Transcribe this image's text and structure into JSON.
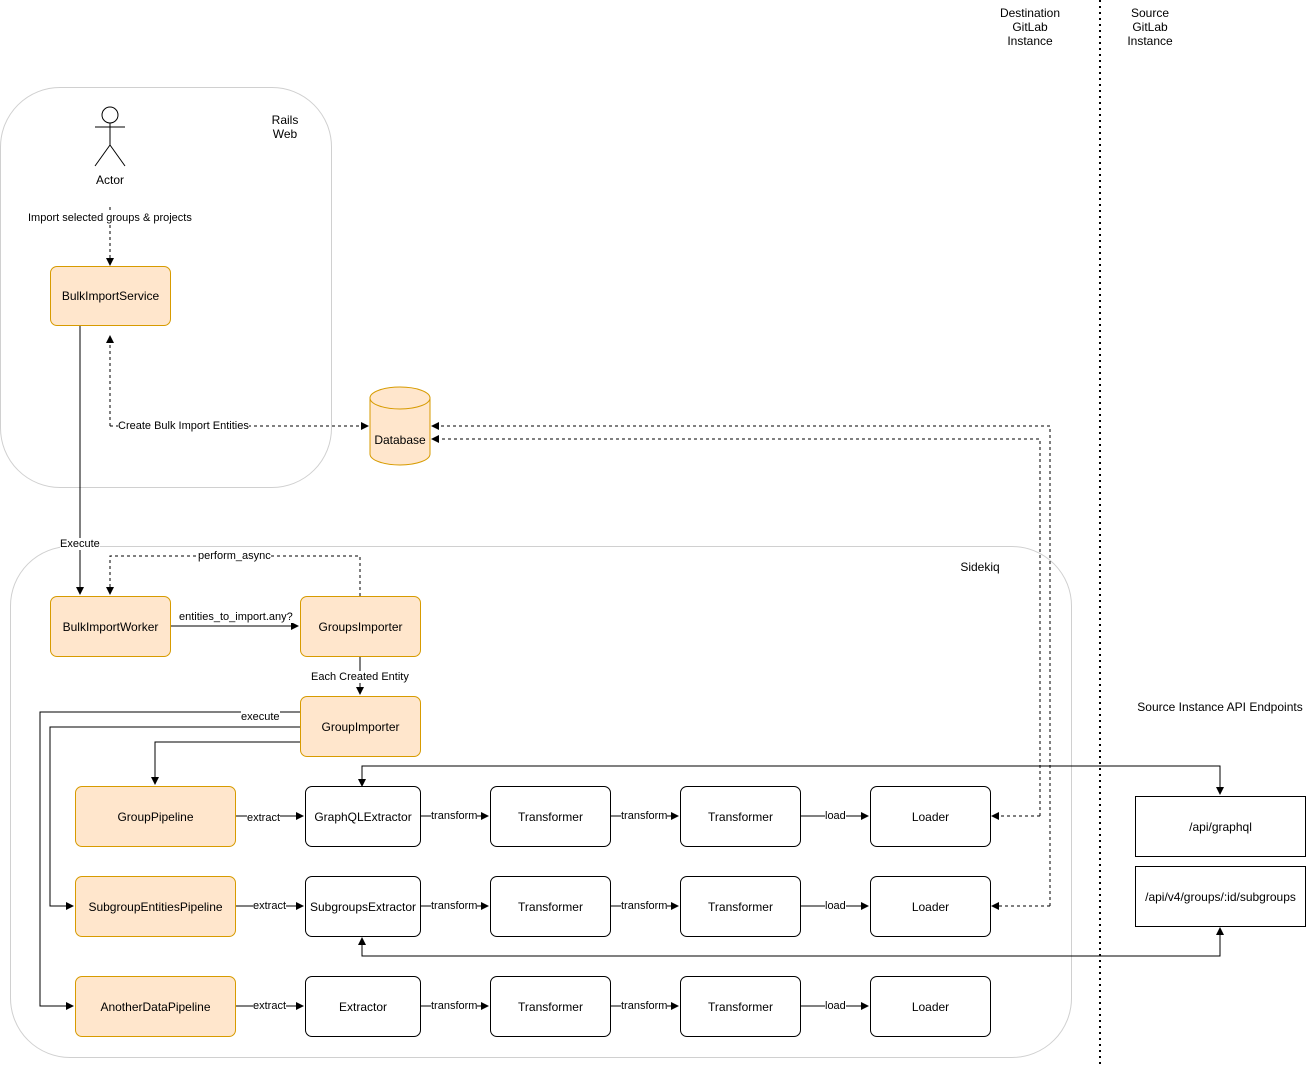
{
  "regions": {
    "rails": "Rails\nWeb",
    "sidekiq": "Sidekiq"
  },
  "headers": {
    "destination": "Destination\nGitLab\nInstance",
    "source": "Source\nGitLab\nInstance",
    "api_endpoints": "Source Instance API Endpoints"
  },
  "actor": "Actor",
  "nodes": {
    "bulk_import_service": "BulkImportService",
    "database": "Database",
    "bulk_import_worker": "BulkImportWorker",
    "groups_importer": "GroupsImporter",
    "group_importer": "GroupImporter",
    "group_pipeline": "GroupPipeline",
    "subgroup_entities_pipeline": "SubgroupEntitiesPipeline",
    "another_data_pipeline": "AnotherDataPipeline",
    "graphql_extractor": "GraphQLExtractor",
    "subgroups_extractor": "SubgroupsExtractor",
    "extractor": "Extractor",
    "transformer": "Transformer",
    "loader": "Loader",
    "api_graphql": "/api/graphql",
    "api_subgroups": "/api/v4/groups/:id/subgroups"
  },
  "edge_labels": {
    "import_selected": "Import selected groups & projects",
    "create_entities": "Create Bulk Import Entities",
    "execute_upper": "Execute",
    "perform_async": "perform_async",
    "entities_any": "entities_to_import.any?",
    "each_created": "Each Created Entity",
    "execute_lower": "execute",
    "extract": "extract",
    "transform": "transform",
    "load": "load"
  },
  "colors": {
    "orange_fill": "#ffe6cc",
    "orange_stroke": "#d79b00",
    "region_border": "#d0d0d0"
  }
}
